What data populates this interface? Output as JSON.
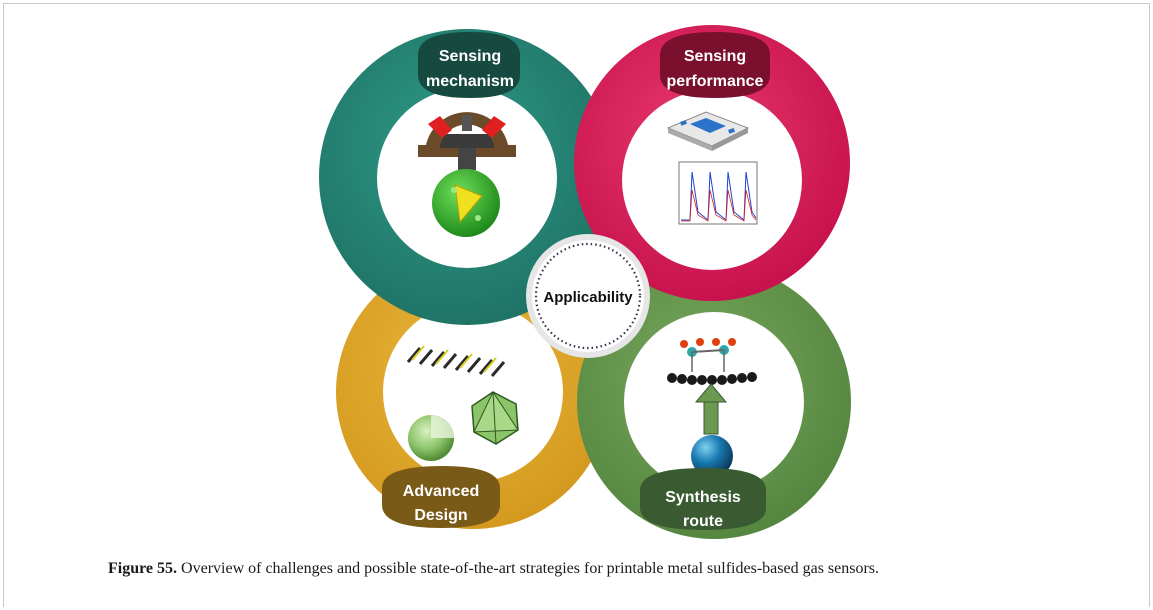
{
  "figure": {
    "quadrants": {
      "top_left": {
        "line1": "Sensing",
        "line2": "mechanism",
        "ring_color": "#237e6f",
        "pill_color": "#15493f"
      },
      "top_right": {
        "line1": "Sensing",
        "line2": "performance",
        "ring_color": "#d81a57",
        "pill_color": "#7b0f2e"
      },
      "bottom_left": {
        "line1": "Advanced",
        "line2": "Design",
        "ring_color": "#dca427",
        "pill_color": "#7a5a17"
      },
      "bottom_right": {
        "line1": "Synthesis",
        "line2": "route",
        "ring_color": "#5f8f48",
        "pill_color": "#3a5a32"
      }
    },
    "center_label": "Applicability"
  },
  "caption": {
    "label": "Figure 55.",
    "text": " Overview of challenges and possible state-of-the-art strategies for printable metal sulfides-based gas sensors."
  }
}
